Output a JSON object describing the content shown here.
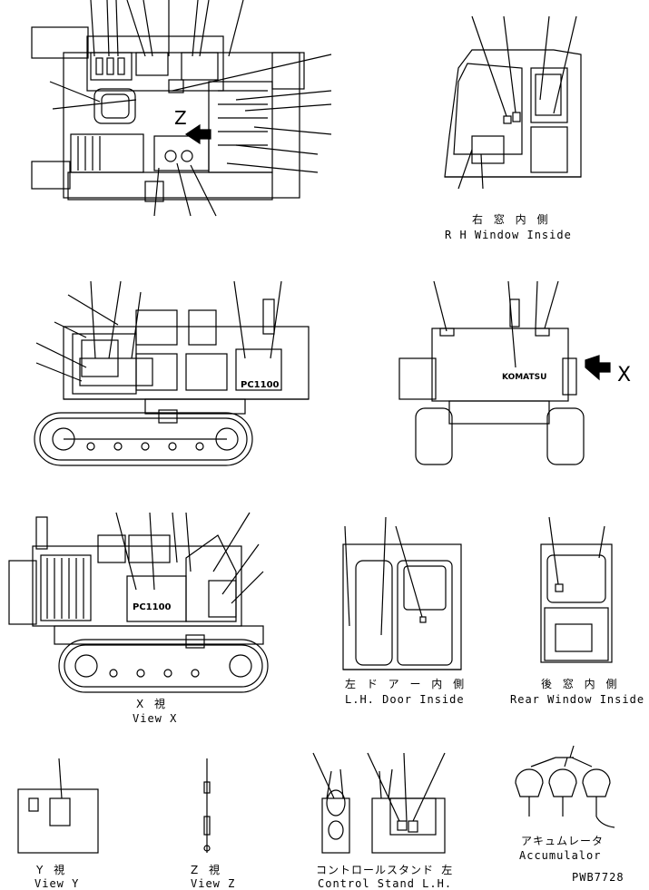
{
  "labels": {
    "rh_window_jp": "右 窓 内 側",
    "rh_window_en": "R H  Window Inside",
    "lh_door_jp": "左 ド ア ー 内 側",
    "lh_door_en": "L.H. Door Inside",
    "rear_window_jp": "後 窓 内 側",
    "rear_window_en": "Rear Window Inside",
    "view_x_jp": "X 視",
    "view_x_en": "View X",
    "view_y_jp": "Y 視",
    "view_y_en": "View Y",
    "view_z_jp": "Z 視",
    "view_z_en": "View Z",
    "control_stand_jp": "コントロールスタンド 左",
    "control_stand_en": "Control Stand L.H.",
    "accumulator_jp": "アキュムレータ",
    "accumulator_en": "Accumulalor",
    "drawing_no": "PWB7728",
    "z_mark": "Z",
    "x_mark": "X"
  },
  "machine": {
    "model_plate": "PC1100",
    "brand_plate": "KOMATSU"
  }
}
